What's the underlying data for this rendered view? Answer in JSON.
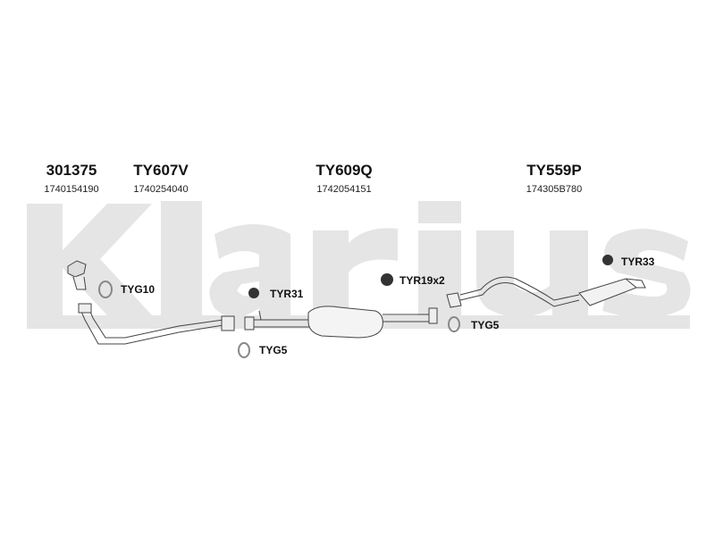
{
  "watermark": "Klarius",
  "parts": [
    {
      "code": "301375",
      "ref": "1740154190"
    },
    {
      "code": "TY607V",
      "ref": "1740254040"
    },
    {
      "code": "TY609Q",
      "ref": "1742054151"
    },
    {
      "code": "TY559P",
      "ref": "174305B780"
    }
  ],
  "fittings": [
    "TYG10",
    "TYR31",
    "TYG5",
    "TYR19x2",
    "TYG5",
    "TYR33"
  ]
}
